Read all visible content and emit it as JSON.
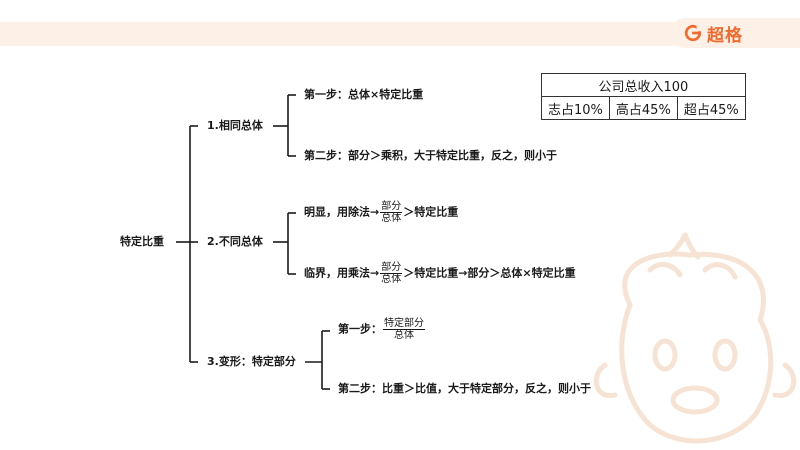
{
  "brand": {
    "logo_text": "超格"
  },
  "diagram": {
    "root": "特定比重",
    "branch1": {
      "title": "1.相同总体",
      "step1": "第一步：总体×特定比重",
      "step2": "第二步：部分＞乘积，大于特定比重，反之，则小于"
    },
    "branch2": {
      "title": "2.不同总体",
      "obvious_prefix": "明显，用除法→",
      "obvious_num": "部分",
      "obvious_den": "总体",
      "obvious_suffix": "＞特定比重",
      "critical_prefix": "临界，用乘法→",
      "critical_num": "部分",
      "critical_den": "总体",
      "critical_suffix": "＞特定比重→部分＞总体×特定比重"
    },
    "branch3": {
      "title": "3.变形：特定部分",
      "step1_prefix": "第一步：",
      "step1_num": "特定部分",
      "step1_den": "总体",
      "step2": "第二步：比重＞比值，大于特定部分，反之，则小于"
    }
  },
  "info_table": {
    "header": "公司总收入100",
    "cells": [
      "志占10%",
      "高占45%",
      "超占45%"
    ]
  },
  "colors": {
    "accent": "#f26a2e",
    "banner": "#fdf0e6"
  }
}
